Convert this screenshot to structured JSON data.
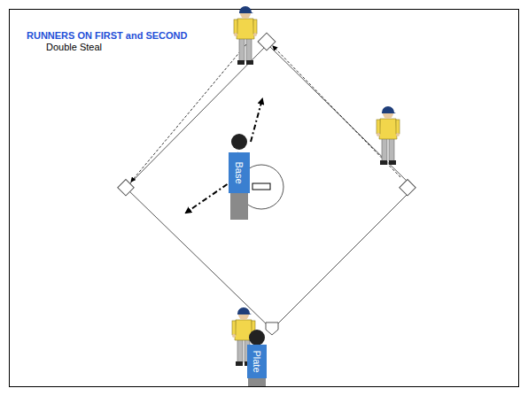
{
  "diagram": {
    "title": "RUNNERS ON FIRST and SECOND",
    "nodes": [
      {
        "text": [
          "Base"
        ]
      },
      {
        "text": [
          "Plate"
        ]
      }
    ],
    "labels": [
      "Double Steal"
    ]
  }
}
